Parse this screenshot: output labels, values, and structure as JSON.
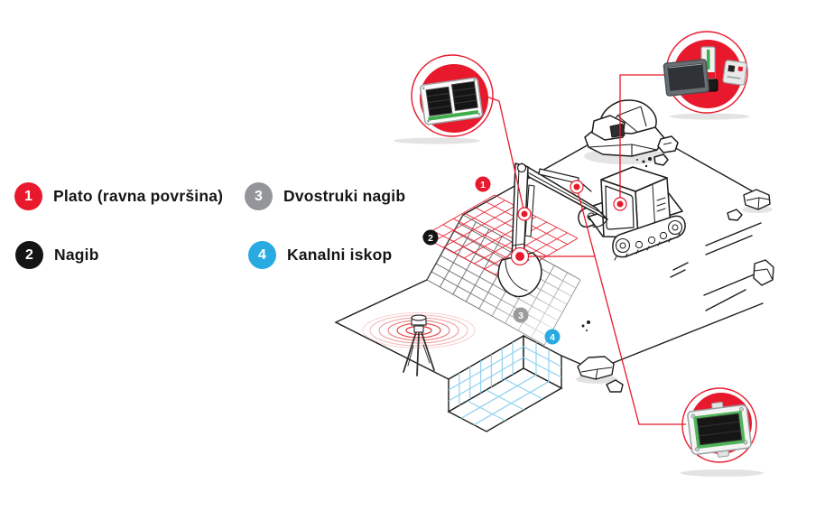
{
  "colors": {
    "accent_red": "#e8192c",
    "badge_black": "#141414",
    "badge_gray": "#939598",
    "badge_blue": "#29abe2",
    "blue_grid": "#8fd2ef",
    "slope_grid_gray": "#555555",
    "line_art": "#1d1d1b"
  },
  "legend": {
    "items": [
      {
        "number": "1",
        "label": "Plato (ravna površina)",
        "color": "#e8192c"
      },
      {
        "number": "2",
        "label": "Nagib",
        "color": "#141414"
      },
      {
        "number": "3",
        "label": "Dvostruki nagib",
        "color": "#939598"
      },
      {
        "number": "4",
        "label": "Kanalni iskop",
        "color": "#29abe2"
      }
    ]
  },
  "diagram": {
    "markers": [
      {
        "number": "1",
        "color": "#e8192c"
      },
      {
        "number": "2",
        "color": "#141414"
      },
      {
        "number": "3",
        "color": "#9b9b9b"
      },
      {
        "number": "4",
        "color": "#29abe2"
      }
    ],
    "callouts": [
      {
        "icon": "dual-laser-receiver-device"
      },
      {
        "icon": "control-display-tilt-sensor-and-junction-box-devices"
      },
      {
        "icon": "slope-sensor-device"
      }
    ],
    "scene_icons": [
      "excavator",
      "rotating-laser-on-tripod",
      "red-laser-grid-plateau",
      "gray-slope-grid",
      "trench-with-blue-grid",
      "rock-pile"
    ]
  }
}
